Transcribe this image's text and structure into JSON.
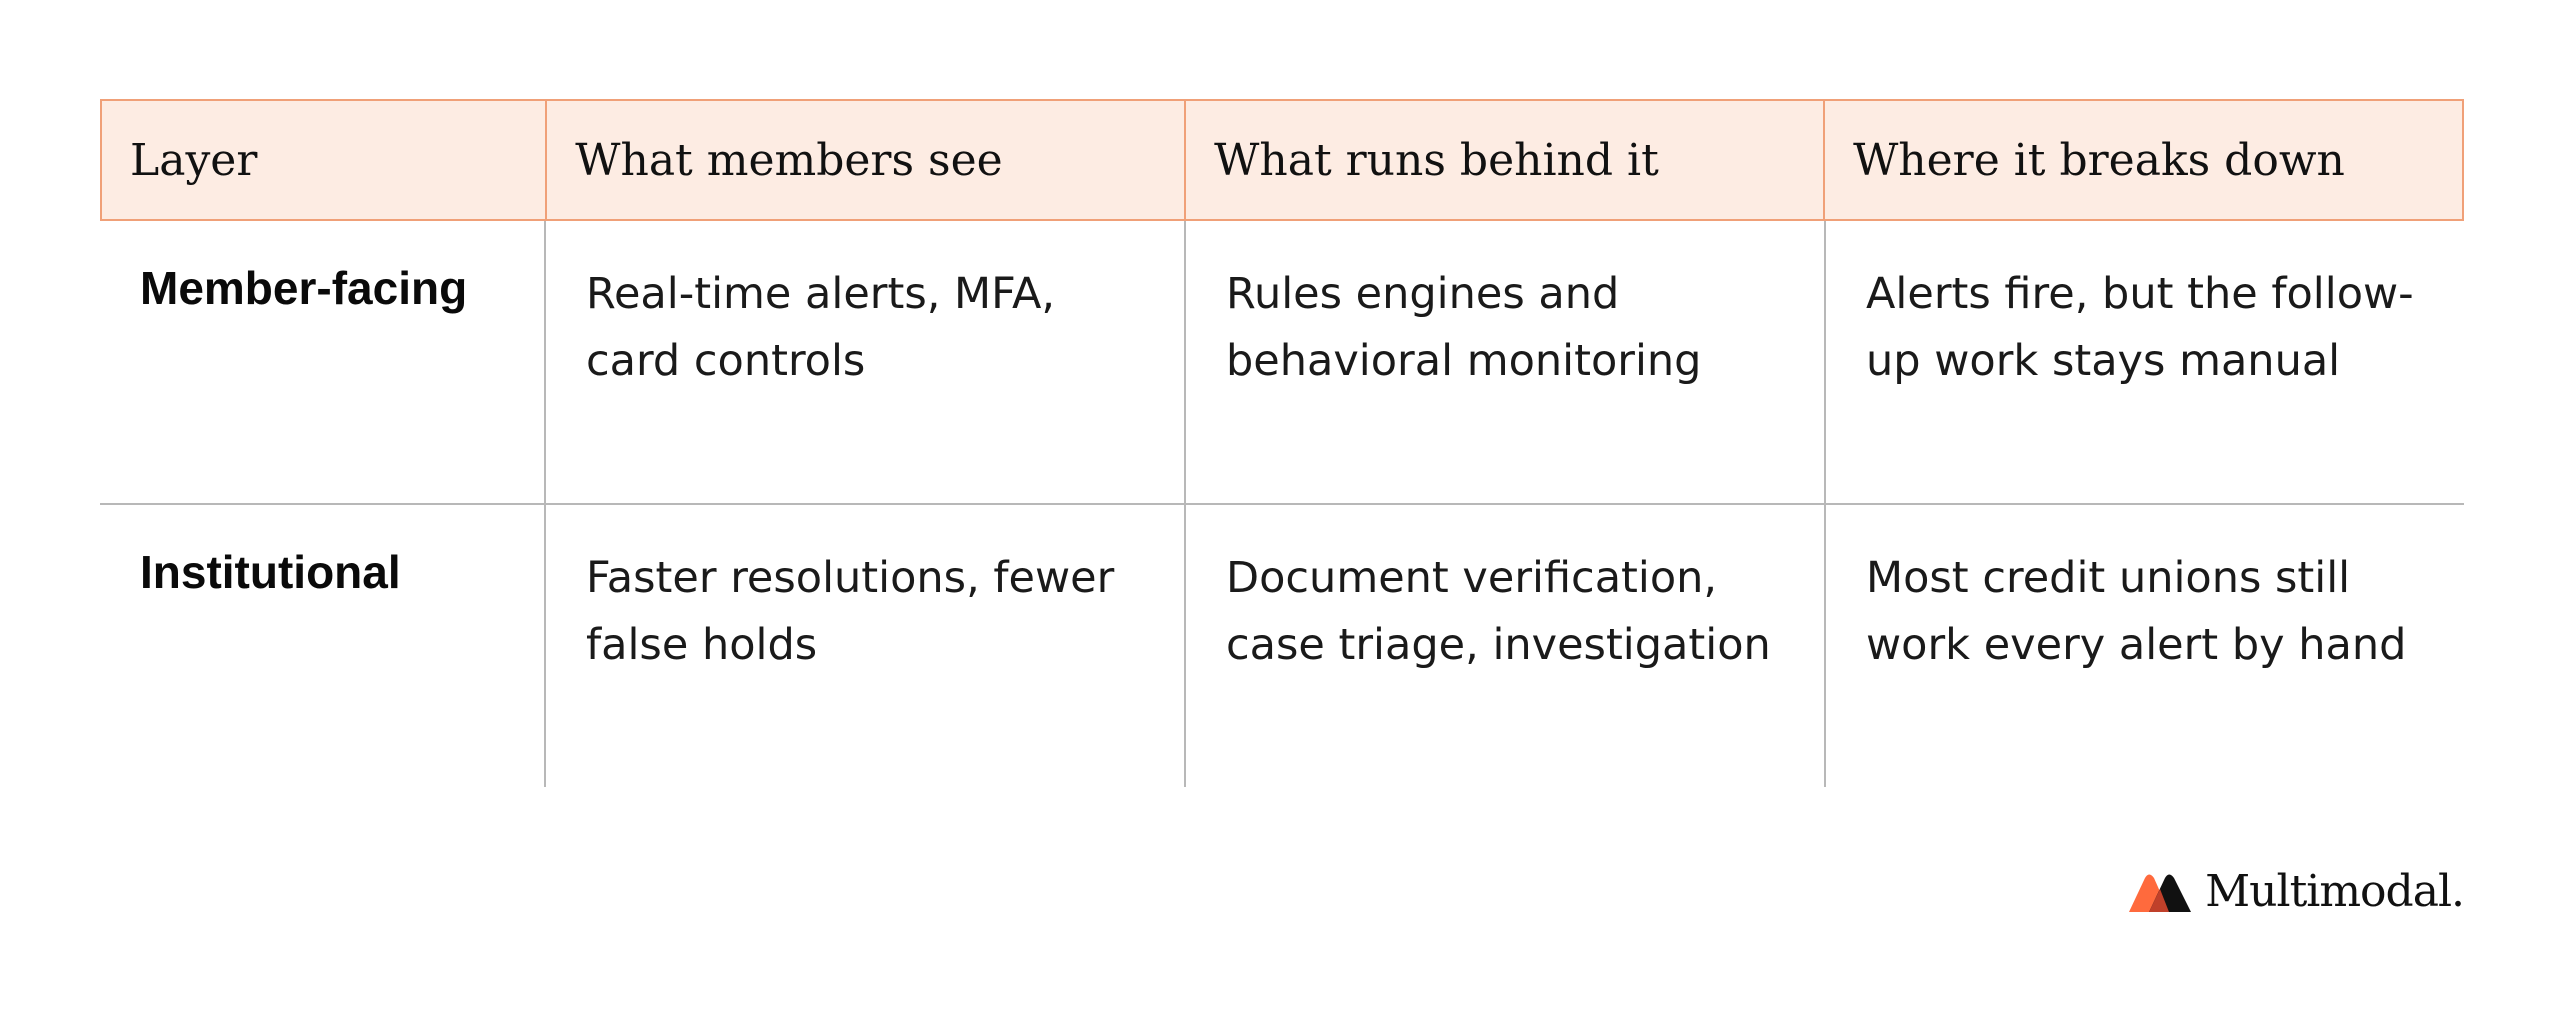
{
  "table": {
    "headers": [
      "Layer",
      "What members see",
      "What runs behind it",
      "Where it breaks down"
    ],
    "rows": [
      {
        "layer": "Member-facing",
        "members_see": "Real-time alerts, MFA, card controls",
        "runs_behind": "Rules engines and behavioral monitoring",
        "breaks_down": "Alerts fire, but the follow-up work stays manual"
      },
      {
        "layer": "Institutional",
        "members_see": "Faster resolutions, fewer false holds",
        "runs_behind": "Document verification, case triage, investigation",
        "breaks_down": "Most credit unions still work every alert by hand"
      }
    ]
  },
  "brand": {
    "logo_text": "Multimodal.",
    "logo_icon": "multimodal-logo-icon"
  },
  "colors": {
    "header_bg": "#fdece3",
    "header_border": "#f0a078",
    "grid_line": "#b8b8b8",
    "logo_orange": "#ff6a3d",
    "logo_dark": "#111111"
  }
}
